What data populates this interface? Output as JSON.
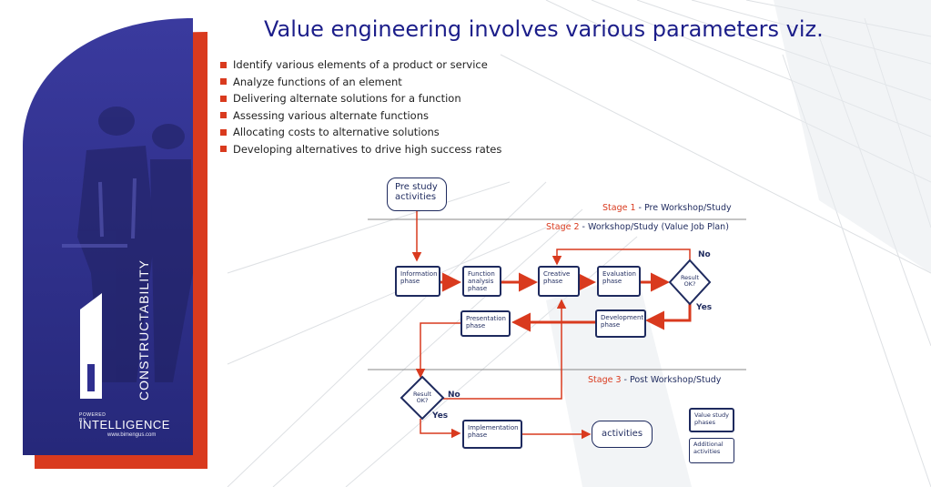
{
  "heading": "Value engineering involves various parameters viz.",
  "bullets": [
    "Identify various elements of a product or service",
    "Analyze functions of an element",
    "Delivering alternate solutions for a function",
    "Assessing various alternate functions",
    "Allocating costs to alternative solutions",
    "Developing alternatives to drive high success rates"
  ],
  "brand": {
    "vertical_text": "CONSTRUCTABILITY",
    "powered_by": "POWERED BY",
    "intelligence": "INTELLIGENCE",
    "url": "www.bimengus.com"
  },
  "colors": {
    "navy": "#1c1e8a",
    "blue_panel": "#2f2f8f",
    "accent_red": "#d93a1e",
    "node_border": "#1e2a5e"
  },
  "flowchart": {
    "stage1": {
      "num": "Stage 1",
      "text": " - Pre Workshop/Study"
    },
    "stage2": {
      "num": "Stage 2",
      "text": " - Workshop/Study (Value Job Plan)"
    },
    "stage3": {
      "num": "Stage 3",
      "text": " - Post Workshop/Study"
    },
    "nodes": {
      "pre_study": "Pre study activities",
      "information": "Information phase",
      "function_analysis": "Function analysis phase",
      "creative": "Creative phase",
      "evaluation": "Evaluation phase",
      "development": "Development phase",
      "presentation": "Presentation phase",
      "implementation": "Implementation phase",
      "activities": "activities",
      "result1": "Result OK?",
      "result2": "Result OK?"
    },
    "labels": {
      "no1": "No",
      "yes1": "Yes",
      "no2": "No",
      "yes2": "Yes"
    },
    "legend": {
      "value_study": "Value study phases",
      "additional": "Additional activities"
    }
  }
}
